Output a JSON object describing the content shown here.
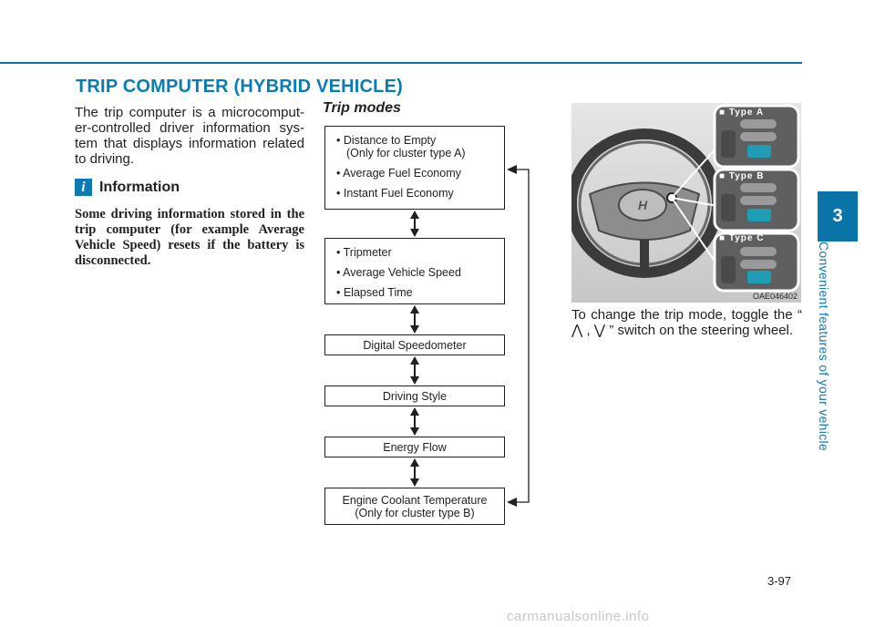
{
  "section_title": "TRIP COMPUTER (HYBRID VEHICLE)",
  "intro": "The trip computer is a microcomput-er-controlled driver information sys-tem that displays information related to driving.",
  "information": {
    "icon": "info-icon",
    "icon_glyph": "i",
    "title": "Information",
    "text": "Some driving information stored in the trip computer (for example Average Vehicle Speed) resets if the battery is disconnected."
  },
  "trip_modes": {
    "heading": "Trip modes",
    "box1": [
      "• Distance to Empty",
      "(Only for cluster type A)",
      "• Average Fuel Economy",
      "• Instant Fuel Economy"
    ],
    "box2": [
      "• Tripmeter",
      "• Average Vehicle Speed",
      "• Elapsed Time"
    ],
    "box3": "Digital Speedometer",
    "box4": "Driving Style",
    "box5": "Energy Flow",
    "box6": [
      "Engine Coolant Temperature",
      "(Only for cluster type B)"
    ]
  },
  "figure": {
    "labels": [
      "Type A",
      "Type B",
      "Type C"
    ],
    "code": "OAE046402"
  },
  "caption": "To change the trip mode, toggle the “ ⋀ , ⋁ ” switch on the steering wheel.",
  "chapter": {
    "number": "3",
    "title": "Convenient features of your vehicle"
  },
  "page_number": "3-97",
  "watermark": "carmanualsonline.info",
  "colors": {
    "accent": "#0c7bb3",
    "tab": "#0a73a8"
  }
}
